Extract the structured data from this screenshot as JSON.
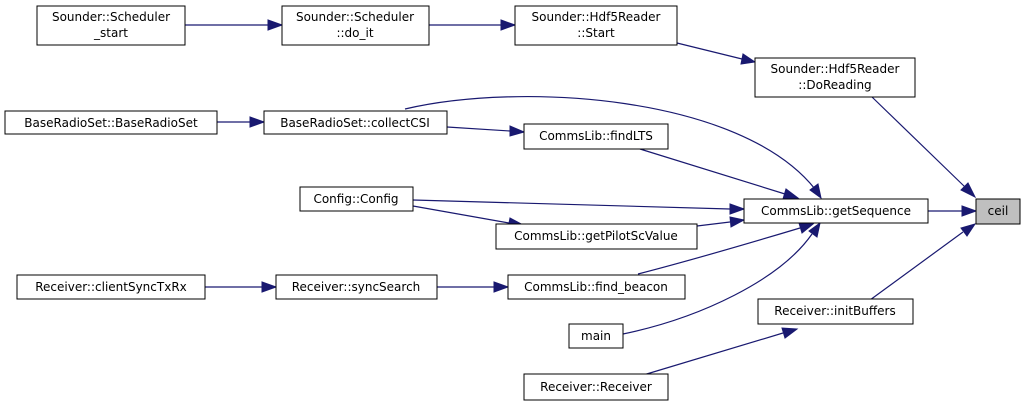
{
  "nodes": {
    "scheduler_start": [
      "Sounder::Scheduler",
      "_start"
    ],
    "scheduler_do_it": [
      "Sounder::Scheduler",
      "::do_it"
    ],
    "hdf5_start": [
      "Sounder::Hdf5Reader",
      "::Start"
    ],
    "hdf5_doreading": [
      "Sounder::Hdf5Reader",
      "::DoReading"
    ],
    "baseradioset_ctor": [
      "BaseRadioSet::BaseRadioSet"
    ],
    "collect_csi": [
      "BaseRadioSet::collectCSI"
    ],
    "find_lts": [
      "CommsLib::findLTS"
    ],
    "config_ctor": [
      "Config::Config"
    ],
    "get_sequence": [
      "CommsLib::getSequence"
    ],
    "ceil": [
      "ceil"
    ],
    "get_pilot_sc": [
      "CommsLib::getPilotScValue"
    ],
    "client_sync": [
      "Receiver::clientSyncTxRx"
    ],
    "sync_search": [
      "Receiver::syncSearch"
    ],
    "find_beacon": [
      "CommsLib::find_beacon"
    ],
    "main": [
      "main"
    ],
    "init_buffers": [
      "Receiver::initBuffers"
    ],
    "receiver_ctor": [
      "Receiver::Receiver"
    ]
  },
  "colors": {
    "edge": "#191970",
    "node_border": "#000000",
    "root_fill": "#bfbfbf"
  }
}
